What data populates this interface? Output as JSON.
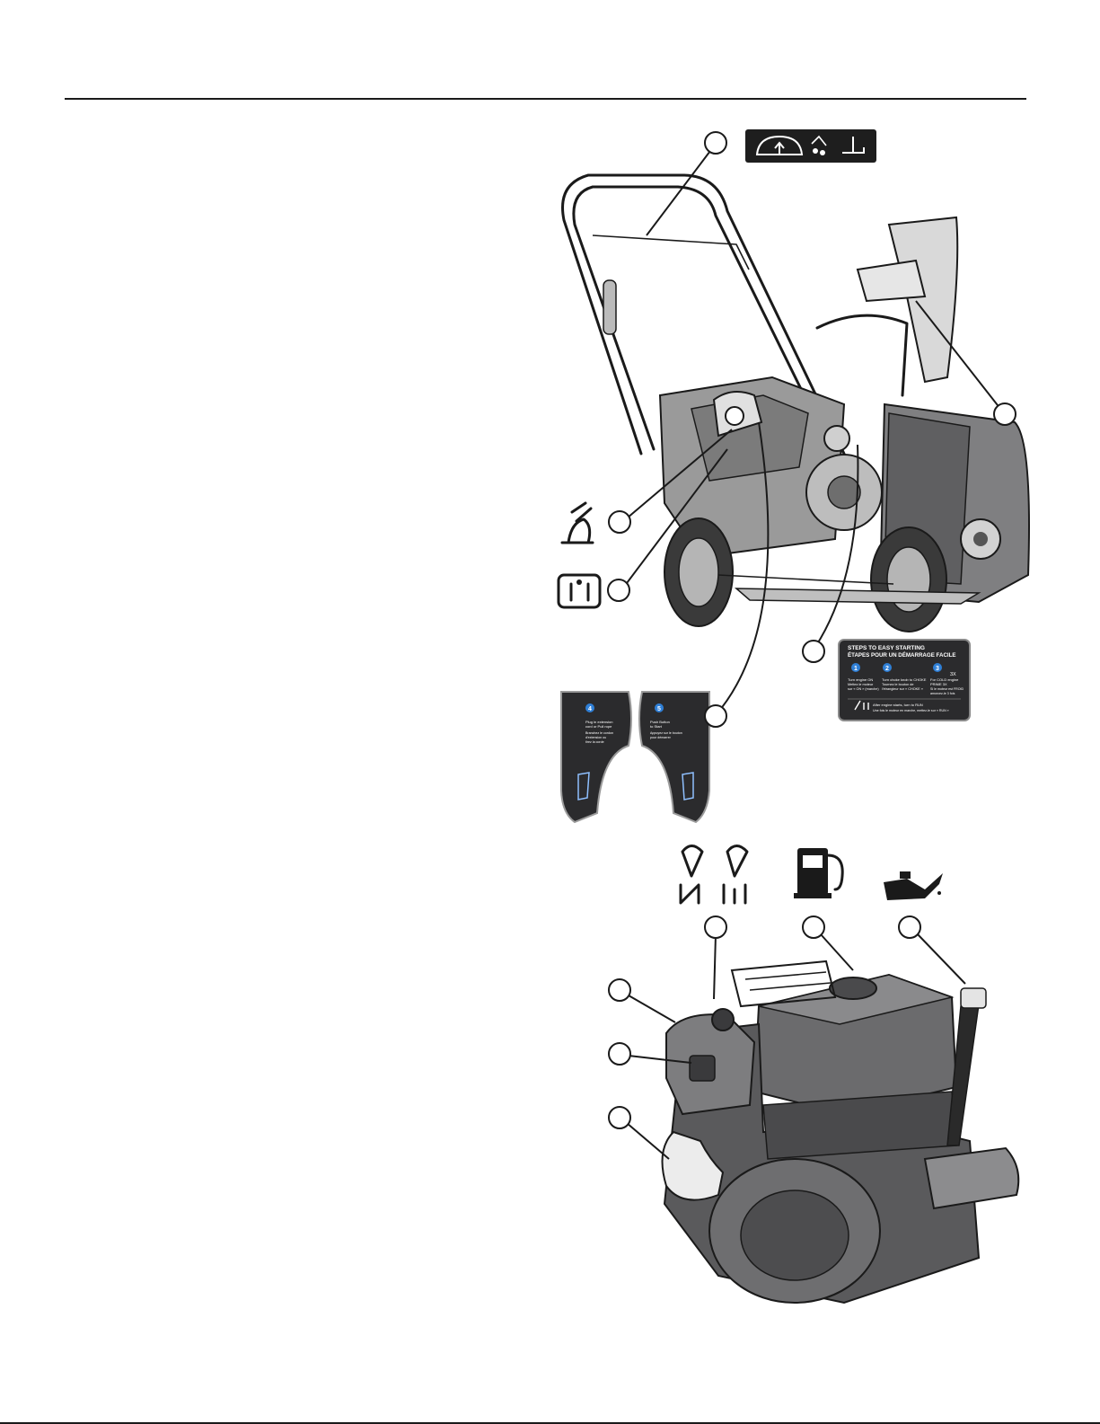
{
  "decals": {
    "easy_start": {
      "title_en": "STEPS TO EASY STARTING",
      "title_fr": "ÉTAPES POUR UN DÉMARRAGE FACILE",
      "step1": {
        "num": "1",
        "en": "Turn engine ON",
        "fr_1": "Mettez le moteur",
        "fr_2": "sur « ON » (marche)"
      },
      "step2": {
        "num": "2",
        "en": "Turn choke knob to CHOKE",
        "fr_1": "Tournez le bouton de",
        "fr_2": "l'étrangleur sur « CHOKE »"
      },
      "step3": {
        "num": "3",
        "times": "3X",
        "en_1": "For COLD engine",
        "en_2": "PRIME 3X",
        "fr_1": "Si le moteur est FROID",
        "fr_2": "amorcez-le 3 fois"
      },
      "after_en": "After engine starts, turn to RUN",
      "after_fr": "Une fois le moteur en marche, mettez-le sur « RUN »"
    },
    "left_panel": {
      "num": "4",
      "en_1": "Plug in extension",
      "en_2": "cord or Pull rope",
      "fr_1": "Branchez le cordon",
      "fr_2": "d'extension ou",
      "fr_3": "tirez la corde"
    },
    "right_panel": {
      "num": "5",
      "en_1": "Push Button",
      "en_2": "to Start",
      "fr_1": "Appuyez sur le bouton",
      "fr_2": "pour démarrer"
    }
  },
  "icons": [
    "handle-icons-decal",
    "auger-control-icon",
    "chute-control-icon",
    "primer-icon",
    "ignition-key-icon",
    "choke-icon",
    "fuel-pump-icon",
    "oil-can-icon"
  ],
  "colors": {
    "ink": "#1a1a1a",
    "decal_bg": "#2b2b2d",
    "decal_accent": "#2f7fd6",
    "body_gray": "#6b6b6d"
  }
}
